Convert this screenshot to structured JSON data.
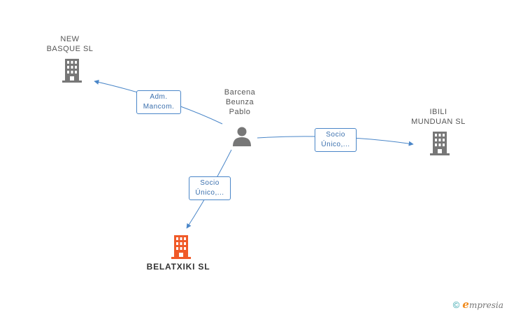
{
  "nodes": {
    "person": {
      "lines": [
        "Barcena",
        "Beunza",
        "Pablo"
      ]
    },
    "new_basque": {
      "lines": [
        "NEW",
        "BASQUE  SL"
      ]
    },
    "ibili": {
      "lines": [
        "IBILI",
        "MUNDUAN SL"
      ]
    },
    "belatxiki": {
      "lines": [
        "BELATXIKI SL"
      ]
    }
  },
  "edges": {
    "adm": {
      "lines": [
        "Adm.",
        "Mancom."
      ]
    },
    "socio_ibili": {
      "lines": [
        "Socio",
        "Único,..."
      ]
    },
    "socio_belatxiki": {
      "lines": [
        "Socio",
        "Único,..."
      ]
    }
  },
  "colors": {
    "company": "#777777",
    "main_company": "#f05a28",
    "person": "#777777",
    "edge": "#4a86c8"
  },
  "brand": {
    "copyright": "©",
    "initial": "e",
    "rest": "mpresia"
  }
}
